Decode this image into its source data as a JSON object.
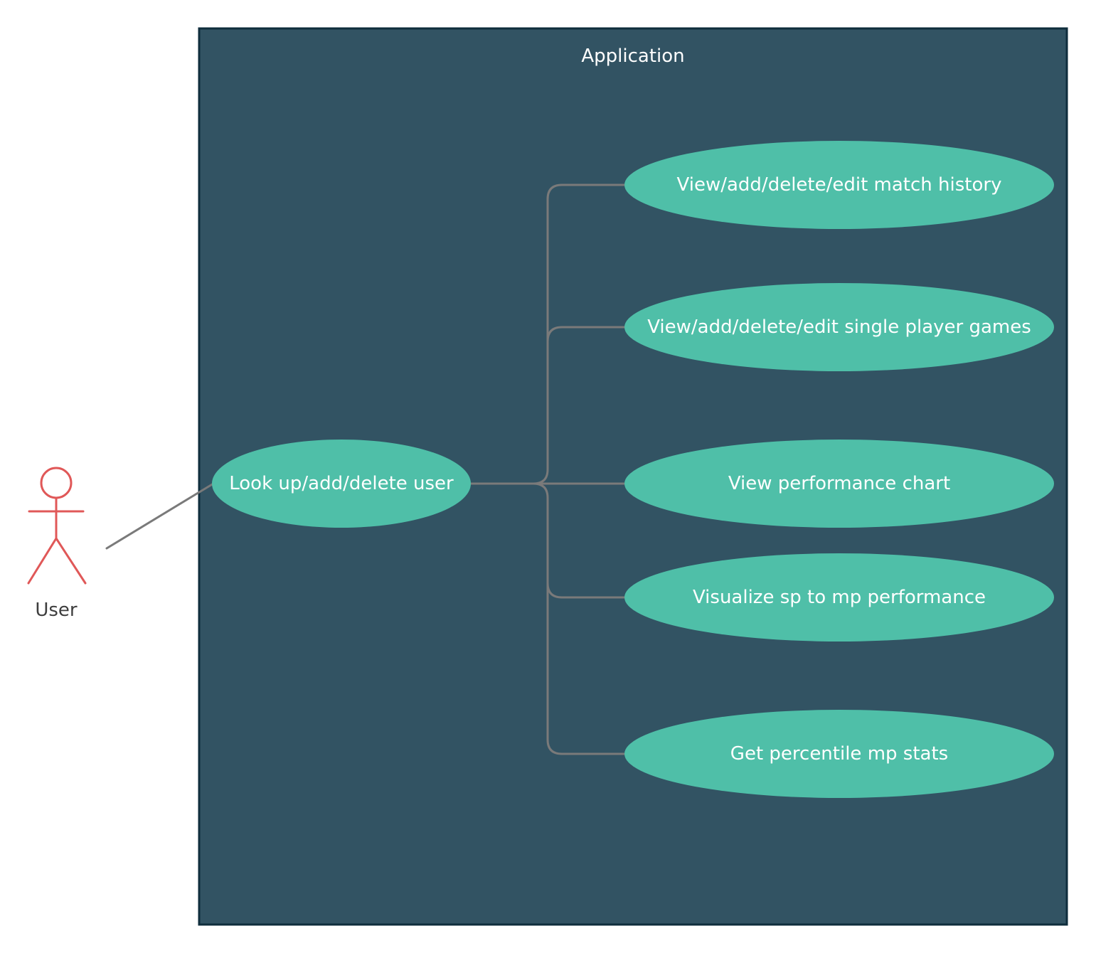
{
  "system": {
    "title": "Application"
  },
  "actor": {
    "label": "User"
  },
  "use_cases": {
    "main": "Look up/add/delete user",
    "match_history": "View/add/delete/edit match history",
    "single_player": "View/add/delete/edit single player games",
    "performance_chart": "View performance chart",
    "visualize": "Visualize sp to mp performance",
    "percentile": "Get percentile mp stats"
  },
  "colors": {
    "system_fill": "#325363",
    "system_border": "#0f2d3c",
    "use_case_fill": "#4fbfa8",
    "connector": "#7a7a7a",
    "actor": "#e05858"
  }
}
